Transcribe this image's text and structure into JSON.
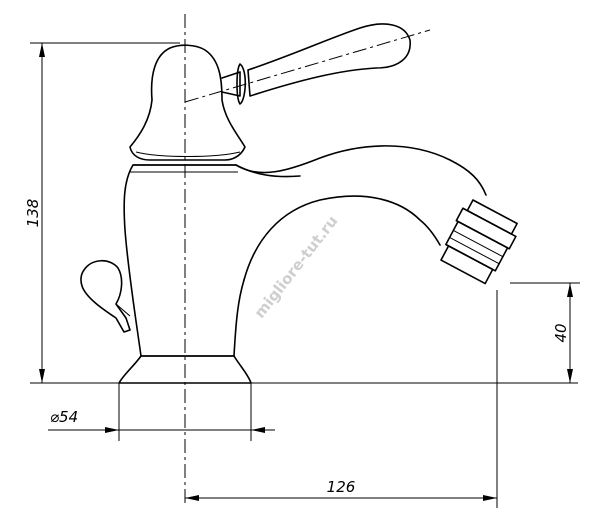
{
  "dimensions": {
    "height_total": "138",
    "diameter_symbol": "⌀",
    "diameter_value": "54",
    "spout_reach": "126",
    "spout_height": "40"
  },
  "watermark": "migliore-tut.ru"
}
